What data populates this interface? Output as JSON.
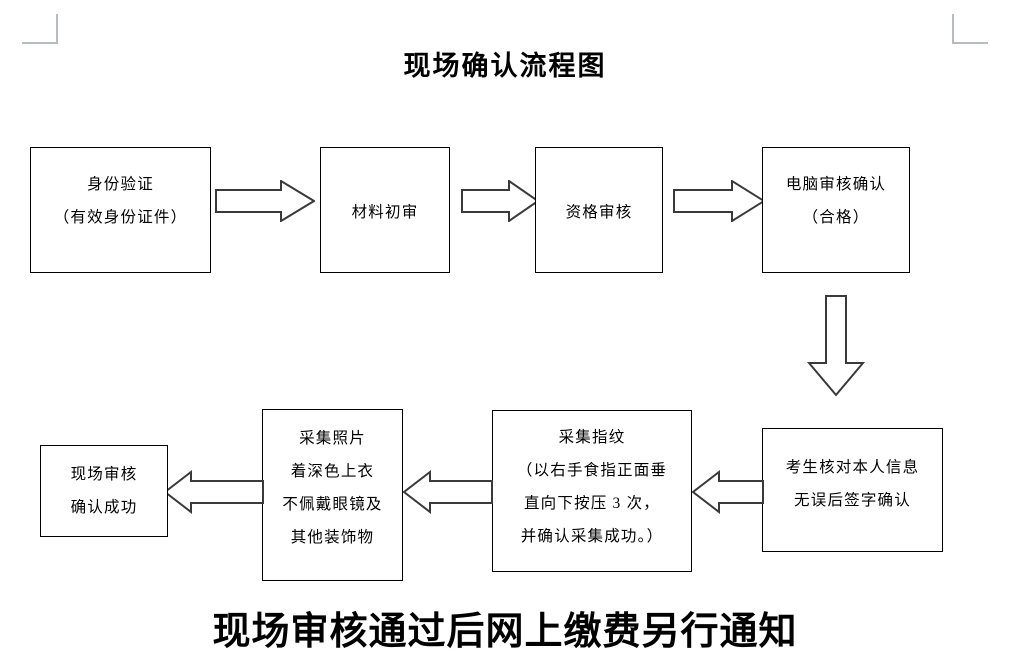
{
  "document": {
    "title": "现场确认流程图",
    "caption": "现场审核通过后网上缴费另行通知"
  },
  "colors": {
    "box_border": "#000000",
    "text": "#000000",
    "background": "#ffffff",
    "crop_mark": "#b8bcbe",
    "arrow_stroke": "#3a3a3a"
  },
  "flowchart": {
    "nodes": [
      {
        "id": "identity-verification",
        "lines": [
          "身份验证",
          "（有效身份证件）"
        ]
      },
      {
        "id": "material-first-review",
        "lines": [
          "材料初审"
        ]
      },
      {
        "id": "qualification-review",
        "lines": [
          "资格审核"
        ]
      },
      {
        "id": "computer-review-confirm",
        "lines": [
          "电脑审核确认",
          "（合格）"
        ]
      },
      {
        "id": "candidate-sign-confirm",
        "lines": [
          "考生核对本人信息",
          "无误后签字确认"
        ]
      },
      {
        "id": "collect-fingerprint",
        "lines": [
          "采集指纹",
          "（以右手食指正面垂",
          "直向下按压 3 次，",
          "并确认采集成功。）"
        ]
      },
      {
        "id": "collect-photo",
        "lines": [
          "采集照片",
          "着深色上衣",
          "不佩戴眼镜及",
          "其他装饰物"
        ]
      },
      {
        "id": "onsite-review-success",
        "lines": [
          "现场审核",
          "确认成功"
        ]
      }
    ],
    "connectors": [
      {
        "id": "arrow-1",
        "direction": "right",
        "from": "identity-verification",
        "to": "material-first-review"
      },
      {
        "id": "arrow-2",
        "direction": "right",
        "from": "material-first-review",
        "to": "qualification-review"
      },
      {
        "id": "arrow-3",
        "direction": "right",
        "from": "qualification-review",
        "to": "computer-review-confirm"
      },
      {
        "id": "arrow-4",
        "direction": "down",
        "from": "computer-review-confirm",
        "to": "candidate-sign-confirm"
      },
      {
        "id": "arrow-5",
        "direction": "left",
        "from": "candidate-sign-confirm",
        "to": "collect-fingerprint"
      },
      {
        "id": "arrow-6",
        "direction": "left",
        "from": "collect-fingerprint",
        "to": "collect-photo"
      },
      {
        "id": "arrow-7",
        "direction": "left",
        "from": "collect-photo",
        "to": "onsite-review-success"
      }
    ]
  }
}
